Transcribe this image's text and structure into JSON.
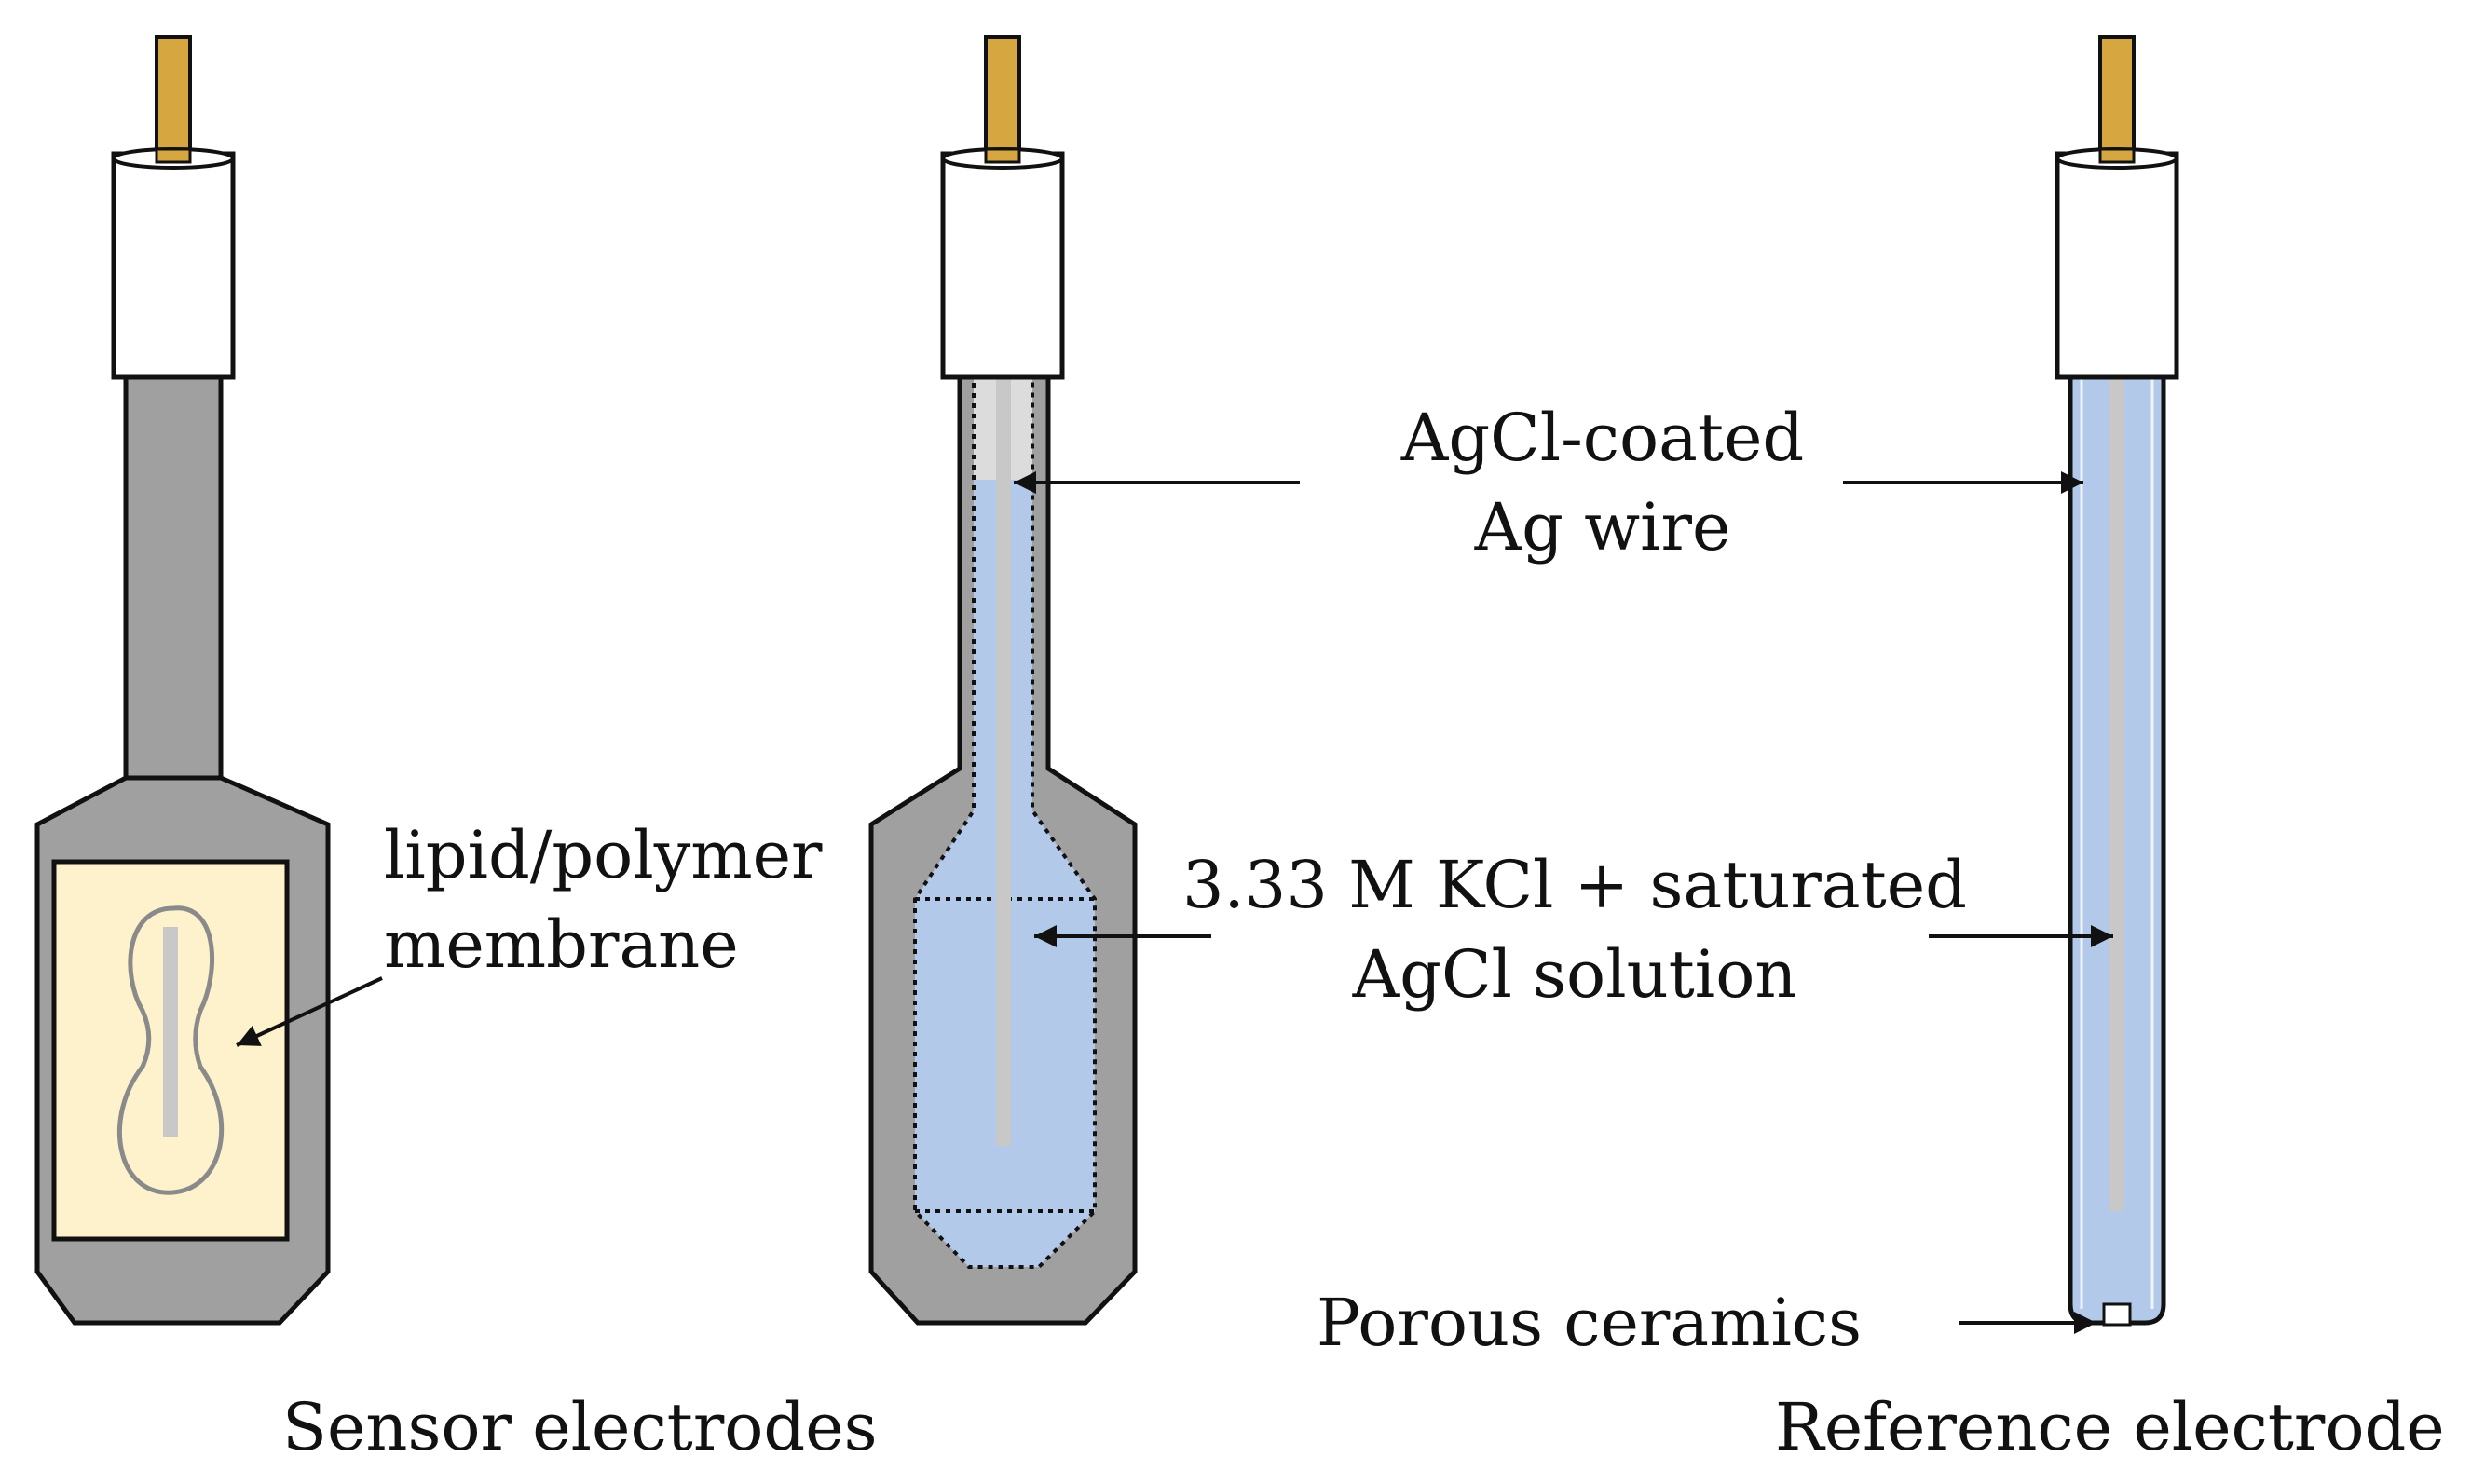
{
  "labels": {
    "membrane_line1": "lipid/polymer",
    "membrane_line2": "membrane",
    "wire_line1": "AgCl-coated",
    "wire_line2": "Ag wire",
    "solution_line1": "3.33 M KCl + saturated",
    "solution_line2": "AgCl solution",
    "porous": "Porous ceramics",
    "sensor_caption": "Sensor electrodes",
    "reference_caption": "Reference electrode"
  },
  "colors": {
    "body_gray": "#a0a0a0",
    "outline": "#111111",
    "cap_white": "#ffffff",
    "pin_gold": "#d6a640",
    "membrane_cream": "#fdf2cc",
    "solution_blue": "#b2c9ea",
    "wire_gray": "#c8c8c8"
  }
}
